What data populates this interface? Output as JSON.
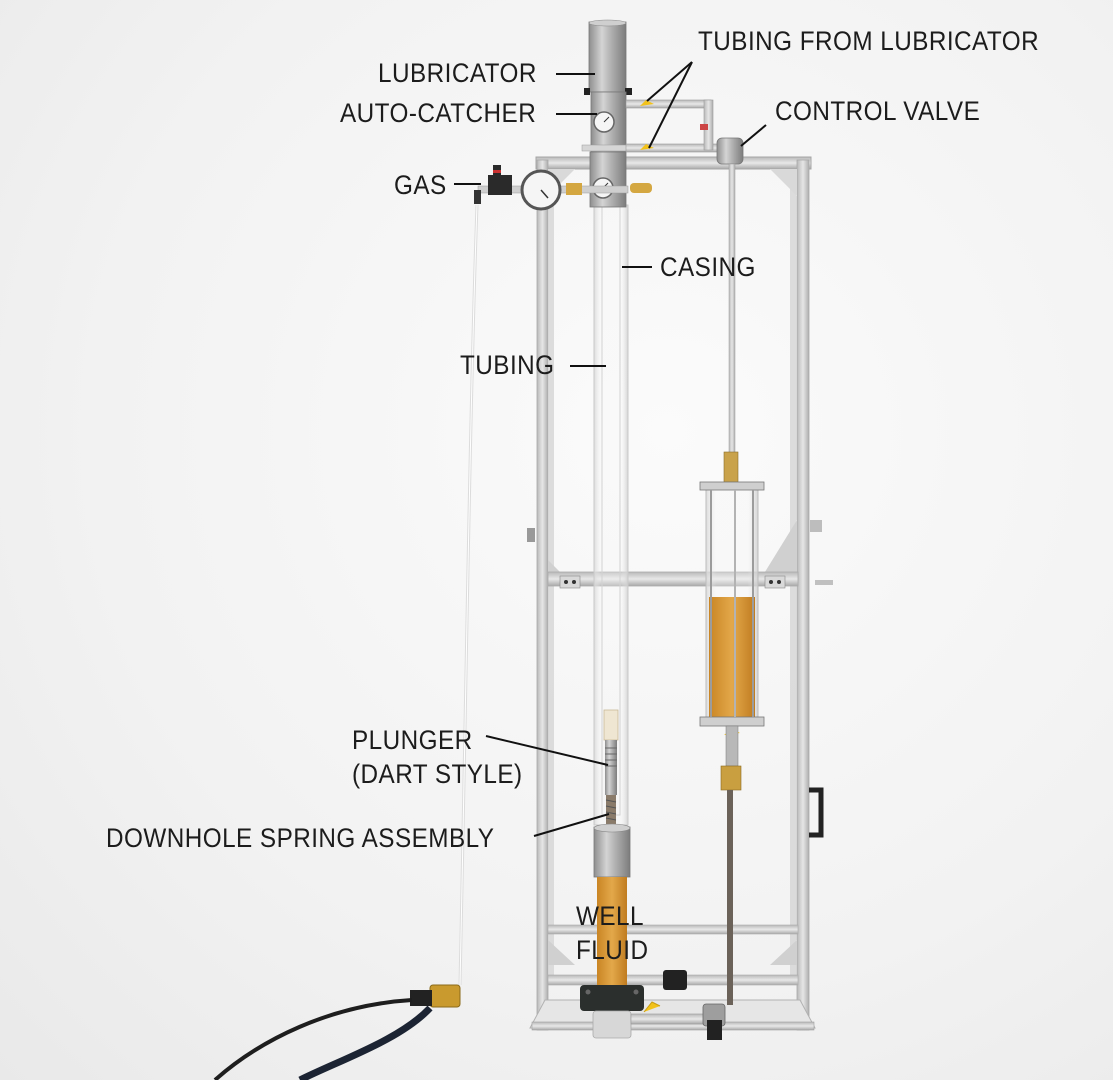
{
  "figure": {
    "title": "Plunger lift demonstration apparatus",
    "background_color": "#f3f3f3",
    "fluid_color": "#d9992e",
    "frame_color": "#c8c8c8",
    "steel_color": "#a9a9a9",
    "valve_handle_color": "#f2c21b"
  },
  "labels": {
    "lubricator": "LUBRICATOR",
    "auto_catcher": "AUTO-CATCHER",
    "tubing_from_lubricator": "TUBING FROM LUBRICATOR",
    "control_valve": "CONTROL VALVE",
    "gas": "GAS",
    "casing": "CASING",
    "tubing": "TUBING",
    "plunger_line1": "PLUNGER",
    "plunger_line2": "(DART STYLE)",
    "downhole_spring_assembly": "DOWNHOLE SPRING ASSEMBLY",
    "well_fluid_line1": "WELL",
    "well_fluid_line2": "FLUID"
  },
  "components": [
    {
      "name": "Lubricator",
      "description": "Top steel cylinder of wellhead"
    },
    {
      "name": "Auto-catcher",
      "description": "Catch section with pressure gauge"
    },
    {
      "name": "Tubing from lubricator",
      "description": "Two lines with yellow ball valves"
    },
    {
      "name": "Control valve",
      "description": "Elbow valve feeding down to separator"
    },
    {
      "name": "Gas",
      "description": "Gas inlet regulator with gauge"
    },
    {
      "name": "Casing",
      "description": "Outer clear tube"
    },
    {
      "name": "Tubing",
      "description": "Inner clear tube"
    },
    {
      "name": "Plunger (dart style)",
      "description": "Dart plunger inside tubing"
    },
    {
      "name": "Downhole spring assembly",
      "description": "Spring at bottom of tubing"
    },
    {
      "name": "Well fluid",
      "description": "Amber fluid at bottom of casing"
    }
  ]
}
